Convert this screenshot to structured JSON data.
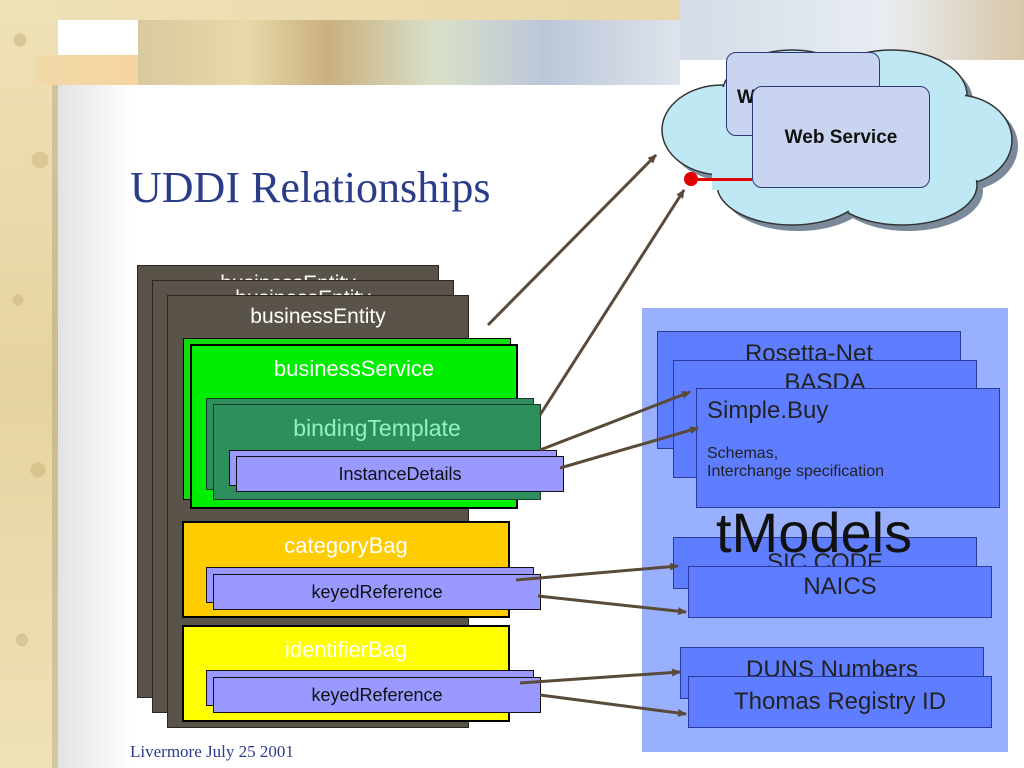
{
  "title": "UDDI Relationships",
  "footer": "Livermore July 25 2001",
  "cloud": {
    "web_service_back": "W",
    "web_service_front": "Web Service"
  },
  "business": {
    "entity_back_1": "businessEntity",
    "entity_back_2": "businessEntity",
    "entity": "businessEntity",
    "service": "businessService",
    "binding_template": "bindingTemplate",
    "instance_details": "InstanceDetails",
    "category_bag": "categoryBag",
    "category_keyed_reference": "keyedReference",
    "identifier_bag": "identifierBag",
    "identifier_keyed_reference": "keyedReference"
  },
  "tmodels": {
    "heading": "tModels",
    "rosetta": "Rosetta-Net",
    "basda": "BASDA",
    "simple_buy": "Simple.Buy",
    "simple_buy_desc_1": "Schemas,",
    "simple_buy_desc_2": "Interchange specification",
    "sic": "SIC CODE",
    "naics": "NAICS",
    "duns": "DUNS Numbers",
    "thomas": "Thomas Registry ID"
  },
  "colors": {
    "title": "#2b3c8a",
    "business_entity": "#5a5349",
    "business_service": "#00ee00",
    "binding_template": "#2f8f5c",
    "instance_details": "#9999ff",
    "category_bag": "#ffcc00",
    "identifier_bag": "#ffff00",
    "tmodel_panel": "#99b0ff",
    "tmodel_box": "#5f7dff",
    "cloud": "#bfe8f5",
    "connector_dot": "#e00000"
  }
}
